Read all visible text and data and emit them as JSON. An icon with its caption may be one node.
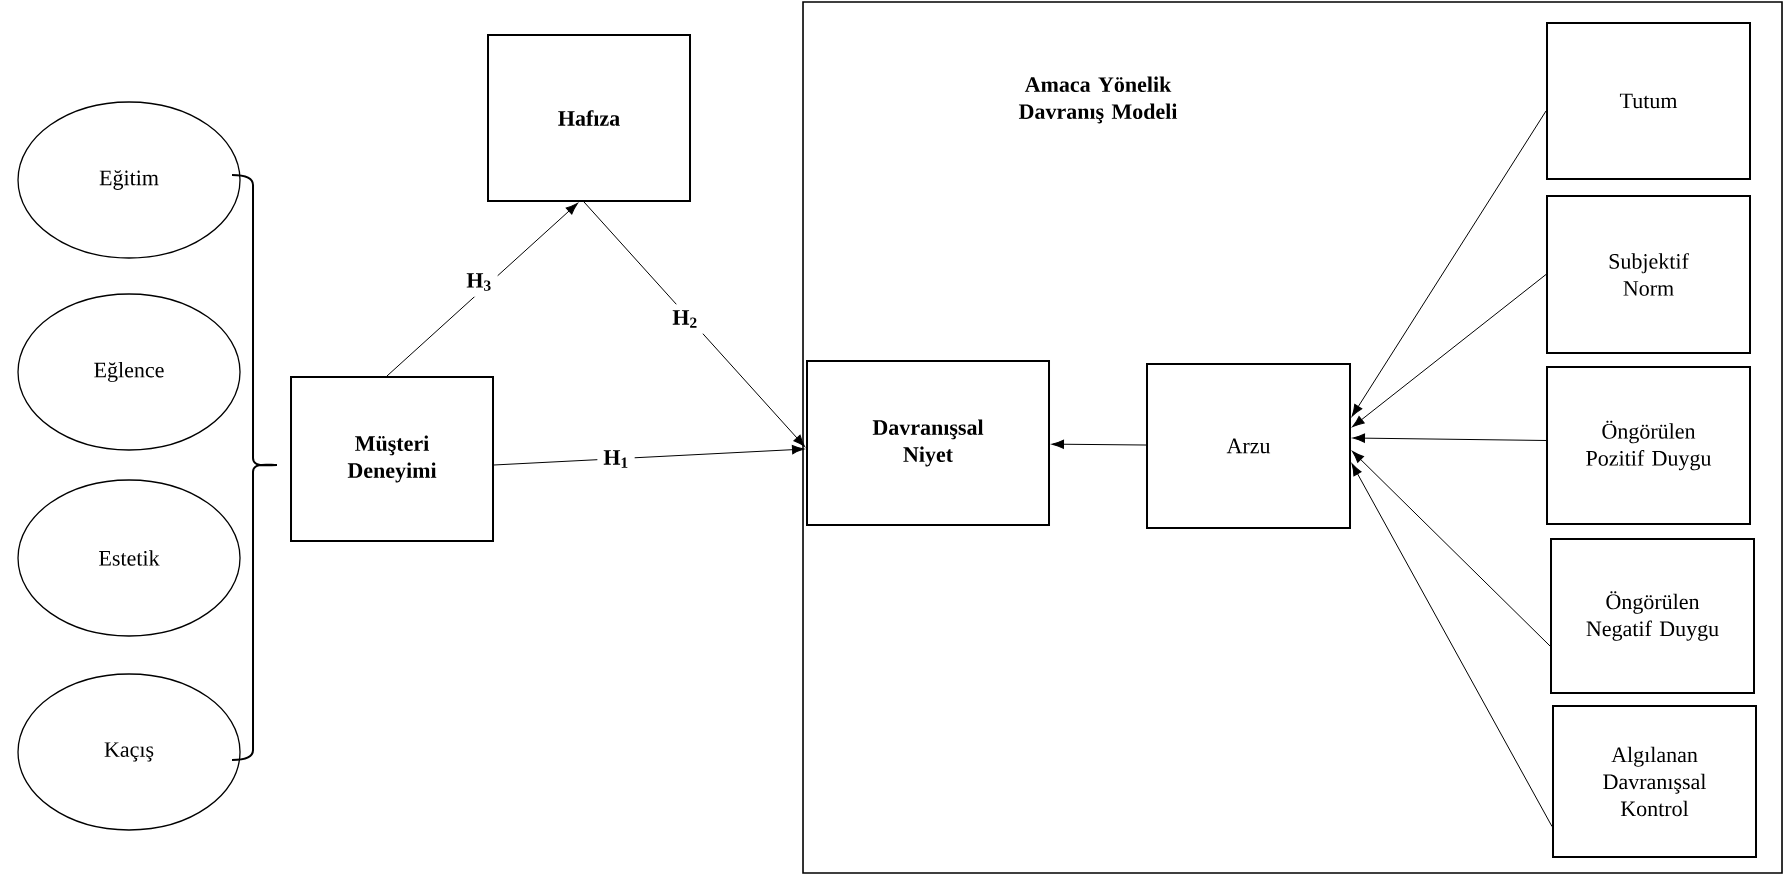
{
  "diagram": {
    "nodes": [
      {
        "text": [
          "Eğitim"
        ]
      },
      {
        "text": [
          "Eğlence"
        ]
      },
      {
        "text": [
          "Estetik"
        ]
      },
      {
        "text": [
          "Kaçış"
        ]
      },
      {
        "text": [
          "Hafıza"
        ]
      },
      {
        "text": [
          "Müşteri Deneyimi"
        ]
      },
      {
        "text": [
          "Amaca Yönelik Davranış Modeli"
        ]
      },
      {
        "text": [
          "Davranışsal Niyet"
        ],
        "in": 6
      },
      {
        "text": [
          "Arzu"
        ],
        "in": 6
      },
      {
        "text": [
          "Tutum"
        ],
        "in": 6
      },
      {
        "text": [
          "Subjektif Norm"
        ],
        "in": 6
      },
      {
        "text": [
          "Öngörülen Pozitif Duygu"
        ],
        "in": 6
      },
      {
        "text": [
          "Öngörülen Negatif Duygu"
        ],
        "in": 6
      },
      {
        "text": [
          "Algılanan Davranışsal Kontrol"
        ],
        "in": 6
      }
    ],
    "edges": [
      {
        "from": 5,
        "to": 4,
        "arrow": "to",
        "label": "H$_{3}$"
      },
      {
        "from": 4,
        "to": 7,
        "arrow": "to",
        "label": "H$_{2}$"
      },
      {
        "from": 5,
        "to": 7,
        "arrow": "to",
        "label": "H$_{1}$"
      },
      {
        "from": 8,
        "to": 7,
        "arrow": "to"
      },
      {
        "from": 9,
        "to": 8,
        "arrow": "to"
      },
      {
        "from": 10,
        "to": 8,
        "arrow": "to"
      },
      {
        "from": 11,
        "to": 8,
        "arrow": "to"
      },
      {
        "from": 12,
        "to": 8,
        "arrow": "to"
      },
      {
        "from": 13,
        "to": 8,
        "arrow": "to"
      }
    ]
  }
}
